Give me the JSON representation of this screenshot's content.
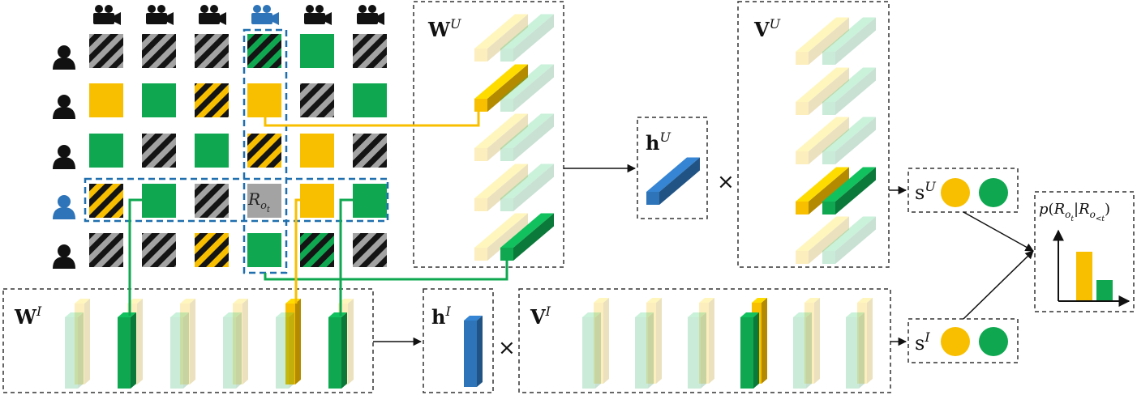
{
  "colors": {
    "yellow": "#F8BF00",
    "green": "#0FA851",
    "gray": "#A3A3A3",
    "black": "#141414",
    "blue": "#2E74B8",
    "dash_blue": "#1F6FAE"
  },
  "icons": {
    "item": "video-camera-icon",
    "user": "person-icon"
  },
  "matrix": {
    "target_cell_label": "R",
    "target_cell_sub": "o",
    "target_cell_subsub": "t",
    "rows": [
      [
        "gray-stripe",
        "gray-stripe",
        "gray-stripe",
        "green-stripe",
        "green",
        "gray-stripe"
      ],
      [
        "yellow",
        "green",
        "yellow-stripe",
        "yellow",
        "gray-stripe",
        "green"
      ],
      [
        "green",
        "gray-stripe",
        "green",
        "yellow-stripe",
        "yellow",
        "gray-stripe"
      ],
      [
        "yellow-stripe",
        "green",
        "gray-stripe",
        "target",
        "yellow",
        "green"
      ],
      [
        "gray-stripe",
        "gray-stripe",
        "yellow-stripe",
        "green",
        "green-stripe",
        "gray-stripe"
      ]
    ],
    "highlighted_user_row": 3,
    "highlighted_item_col": 3
  },
  "boxes": {
    "WU": {
      "main": "W",
      "sup": "U"
    },
    "VU": {
      "main": "V",
      "sup": "U"
    },
    "hU": {
      "main": "h",
      "sup": "U"
    },
    "WI": {
      "main": "W",
      "sup": "I"
    },
    "VI": {
      "main": "V",
      "sup": "I"
    },
    "hI": {
      "main": "h",
      "sup": "I"
    },
    "sU": {
      "main": "s",
      "sup": "U"
    },
    "sI": {
      "main": "s",
      "sup": "I"
    }
  },
  "operators": {
    "times": "×"
  },
  "output": {
    "p": "p",
    "R": "R",
    "sub_o": "o",
    "sub_t": "t",
    "sub_lt": "<t",
    "bar_yellow_value": 0.6,
    "bar_green_value": 0.25
  }
}
